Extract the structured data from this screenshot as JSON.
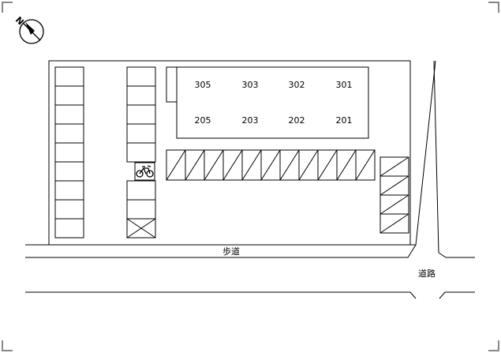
{
  "map": {
    "compass": {
      "letter": "N",
      "icon": "compass-rose-icon"
    },
    "building": {
      "rooms_upper": [
        "305",
        "303",
        "302",
        "301"
      ],
      "rooms_lower": [
        "205",
        "203",
        "202",
        "201"
      ]
    },
    "bicycle": {
      "icon": "bicycle-icon"
    },
    "labels": {
      "sidewalk": "歩道",
      "road": "道路"
    },
    "parking": {
      "left_column_count": 9,
      "middle_column_upper_count": 5,
      "middle_column_lower_count": 3,
      "bike_row_count": 11,
      "right_column_count": 4
    },
    "colors": {
      "line": "#000000",
      "background": "#ffffff",
      "corner": "#888888"
    }
  }
}
